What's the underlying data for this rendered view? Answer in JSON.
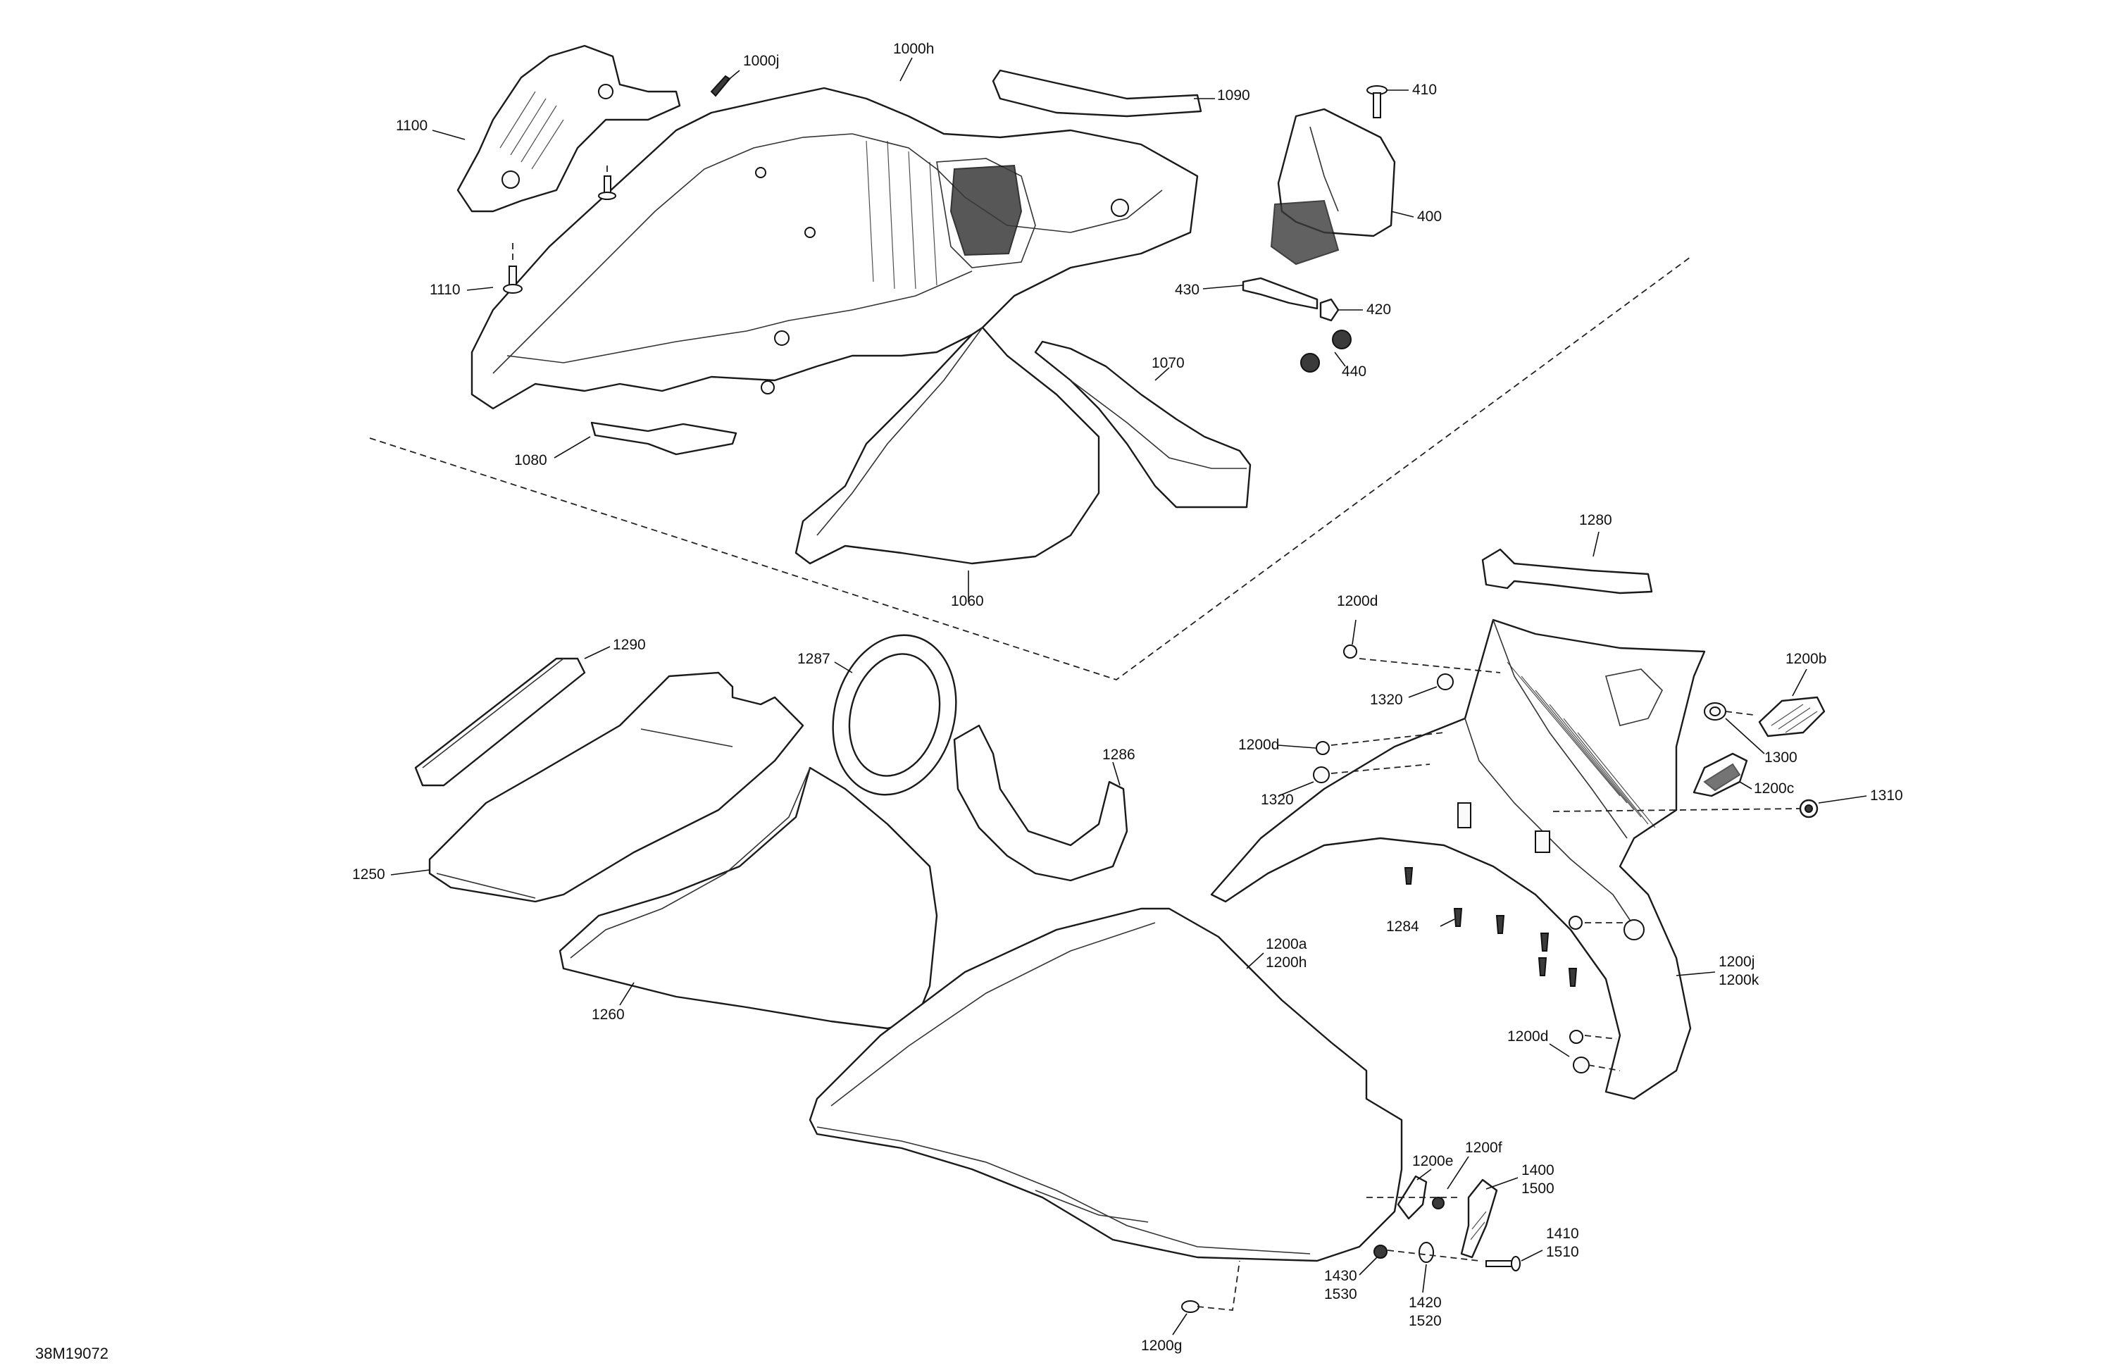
{
  "document_id": "38M19072",
  "callouts": {
    "c1000h": "1000h",
    "c1000j": "1000j",
    "c1090": "1090",
    "c1100": "1100",
    "c1110": "1110",
    "c1080": "1080",
    "c1070": "1070",
    "c1060": "1060",
    "c410": "410",
    "c400": "400",
    "c430": "430",
    "c420": "420",
    "c440": "440",
    "c1280": "1280",
    "c1200d_a": "1200d",
    "c1200b": "1200b",
    "c1320_a": "1320",
    "c1300": "1300",
    "c1200d_b": "1200d",
    "c1320_b": "1320",
    "c1200c": "1200c",
    "c1310": "1310",
    "c1290": "1290",
    "c1287": "1287",
    "c1286": "1286",
    "c1250": "1250",
    "c1260": "1260",
    "c1200a": "1200a",
    "c1200h": "1200h",
    "c1284": "1284",
    "c1200j": "1200j",
    "c1200k": "1200k",
    "c1200d_c": "1200d",
    "c1200f": "1200f",
    "c1200e": "1200e",
    "c1400": "1400",
    "c1500": "1500",
    "c1410": "1410",
    "c1510": "1510",
    "c1430": "1430",
    "c1530": "1530",
    "c1420": "1420",
    "c1520": "1520",
    "c1200g": "1200g"
  }
}
